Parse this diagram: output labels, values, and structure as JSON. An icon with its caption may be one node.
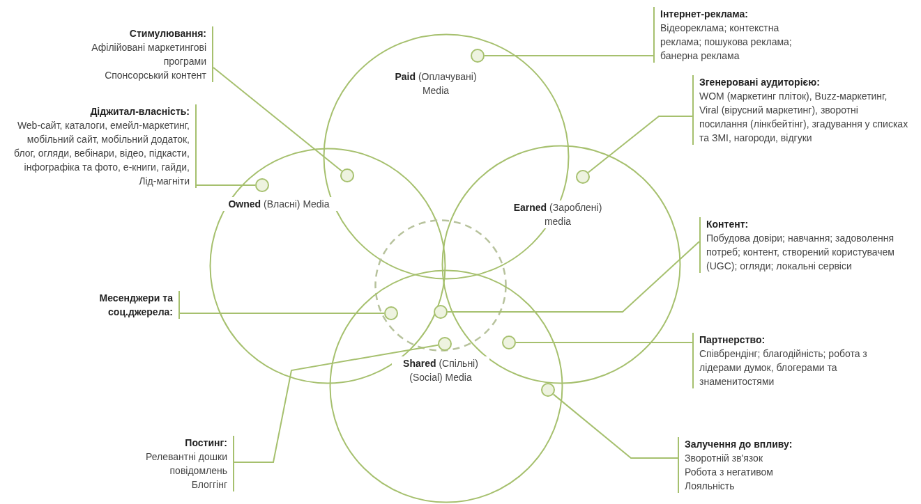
{
  "diagram": {
    "nodes": [
      {
        "text": [
          "Стимулювання:",
          "Афілійовані маркетингові програми",
          "Спонсорський контент"
        ]
      },
      {
        "text": [
          "Інтернет-реклама:",
          "Відеореклама; контекстна реклама; пошукова реклама; банерна реклама"
        ]
      },
      {
        "text": [
          "**Paid** (Оплачувані) Media"
        ]
      },
      {
        "text": [],
        "shape": "circle",
        "in": 2
      },
      {
        "text": [
          "Діджитал-власність:",
          "Web-сайт, каталоги, емейл-маркетинг, мобільний сайт, мобільний додаток, блог, огляди, вебінари, відео, підкасти, інфографіка та фото, е-книги, гайди, Лід-магніти"
        ]
      },
      {
        "text": [
          "Згенеровані аудиторією:",
          "WOM (маркетинг пліток), Buzz-маркетинг, Viral (вірусний маркетинг), зворотні посилання (лінкбейтінг), згадування у списках та ЗМІ, нагороди, відгуки"
        ]
      },
      {
        "text": [
          "**Owned** (Власні) Media"
        ]
      },
      {
        "text": [],
        "shape": "circle"
      },
      {
        "text": [],
        "shape": "circle",
        "in": 6
      },
      {
        "text": [
          "**Earned** (Зароблені) media"
        ]
      },
      {
        "text": [],
        "shape": "circle",
        "in": 9
      },
      {
        "text": [
          "Контент:",
          "Побудова довіри; навчання; задоволення потреб; контент, створений користувачем (UGC); огляди; локальні сервіси"
        ]
      },
      {
        "text": [],
        "shape": "circle"
      },
      {
        "text": [
          "Месенджери та соц.джерела:"
        ]
      },
      {
        "text": [
          "**Shared** (Спільні) (Social) Media"
        ]
      },
      {
        "text": [],
        "shape": "circle"
      },
      {
        "text": [],
        "shape": "circle"
      },
      {
        "text": [
          "Партнерство:",
          "Співбрендінг; благодійність; робота з лідерами думок, блогерами та знаменитостями"
        ]
      },
      {
        "text": [],
        "shape": "circle"
      },
      {
        "text": [],
        "shape": "circle"
      },
      {
        "text": [
          "Постинг:",
          "Релевантні дошки повідомлень",
          "Блоггінг"
        ]
      },
      {
        "text": [
          "Залучення до впливу:",
          "Зворотній зв'язок",
          "Робота з негативом",
          "Лояльність"
        ]
      },
      {
        "text": [],
        "shape": "circle",
        "in": 14
      }
    ],
    "edges": [
      {
        "from": 0,
        "to": 7,
        "arrow": "none"
      },
      {
        "from": 1,
        "to": 3,
        "arrow": "none"
      },
      {
        "from": 4,
        "to": 8,
        "arrow": "none"
      },
      {
        "from": 5,
        "to": 10,
        "arrow": "none"
      },
      {
        "from": 11,
        "to": 16,
        "arrow": "none"
      },
      {
        "from": 13,
        "to": 15,
        "arrow": "none"
      },
      {
        "from": 17,
        "to": 18,
        "arrow": "none"
      },
      {
        "from": 20,
        "to": 19,
        "arrow": "none"
      },
      {
        "from": 21,
        "to": 22,
        "arrow": "none"
      }
    ]
  }
}
